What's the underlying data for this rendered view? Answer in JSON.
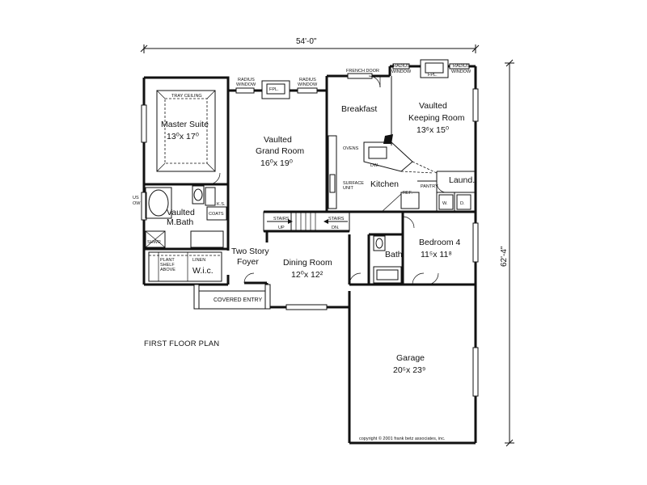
{
  "labels": {
    "overall_width": "54'-0\"",
    "overall_depth": "62'-4\"",
    "radius_window_1": "RADIUS",
    "radius_window_1b": "WINDOW",
    "fpl_grand": "FPL.",
    "radius_window_2": "RADIUS",
    "radius_window_2b": "WINDOW",
    "french_door": "FRENCH DOOR",
    "radius_window_3": "RADIUS",
    "radius_window_3b": "WINDOW",
    "fpl_keeping": "FPL.",
    "radius_window_4": "RADIUS",
    "radius_window_4b": "WINDOW",
    "tray_ceiling": "TRAY CEILING",
    "master_suite": "Master Suite",
    "master_dims": "13⁰x 17⁰",
    "vaulted_grand_1": "Vaulted",
    "vaulted_grand_2": "Grand Room",
    "grand_dims": "16⁰x 19⁰",
    "breakfast": "Breakfast",
    "vaulted_keeping_1": "Vaulted",
    "vaulted_keeping_2": "Keeping Room",
    "keeping_dims": "13⁶x 15⁰",
    "ovens": "OVENS",
    "dw": "DW.",
    "kitchen": "Kitchen",
    "surface_unit_1": "SURFACE",
    "surface_unit_2": "UNIT",
    "pantry": "PANTRY",
    "ref": "REF.",
    "laund": "Laund.",
    "w": "W.",
    "d": "D.",
    "us_ow_1": "US",
    "us_ow_2": "OW",
    "vaulted_mbath_1": "Vaulted",
    "vaulted_mbath_2": "M.Bath",
    "ks": "K.S.",
    "coats": "COATS",
    "stairs_up": "STAIRS",
    "up": "UP",
    "stairs_dn": "STAIRS",
    "dn": "DN.",
    "shwr": "SHWR",
    "plant_shelf_1": "PLANT",
    "plant_shelf_2": "SHELF",
    "plant_shelf_3": "ABOVE",
    "linen": "LINEN",
    "wic": "W.i.c.",
    "two_story_1": "Two Story",
    "two_story_2": "Foyer",
    "dining_room": "Dining Room",
    "dining_dims": "12⁰x 12²",
    "bath": "Bath",
    "bedroom4": "Bedroom 4",
    "bedroom4_dims": "11⁵x 11⁸",
    "covered_entry": "COVERED ENTRY",
    "first_floor_plan": "FIRST FLOOR PLAN",
    "garage": "Garage",
    "garage_dims": "20⁵x 23⁹",
    "copyright": "copyright © 2001 frank betz associates, inc."
  }
}
